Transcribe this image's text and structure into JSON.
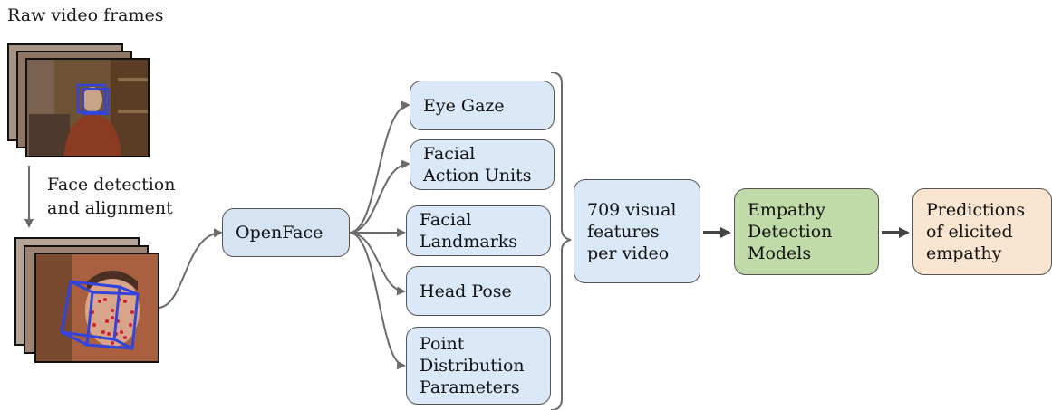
{
  "labels": {
    "raw_frames": "Raw video frames",
    "face_detection": "Face detection\nand alignment"
  },
  "nodes": {
    "openface": "OpenFace",
    "eye_gaze": "Eye Gaze",
    "action_units": "Facial\nAction Units",
    "landmarks": "Facial\nLandmarks",
    "head_pose": "Head Pose",
    "pdp": "Point\nDistribution\nParameters",
    "features": "709 visual\nfeatures\nper video",
    "models": "Empathy\nDetection\nModels",
    "predictions": "Predictions\nof elicited\nempathy"
  },
  "colors": {
    "feature_box": "#dbe8f8",
    "model_box": "#c0dba7",
    "prediction_box": "#f9e4cf",
    "tracking_box": "#3344dd",
    "landmark_dots": "#cc2233"
  }
}
